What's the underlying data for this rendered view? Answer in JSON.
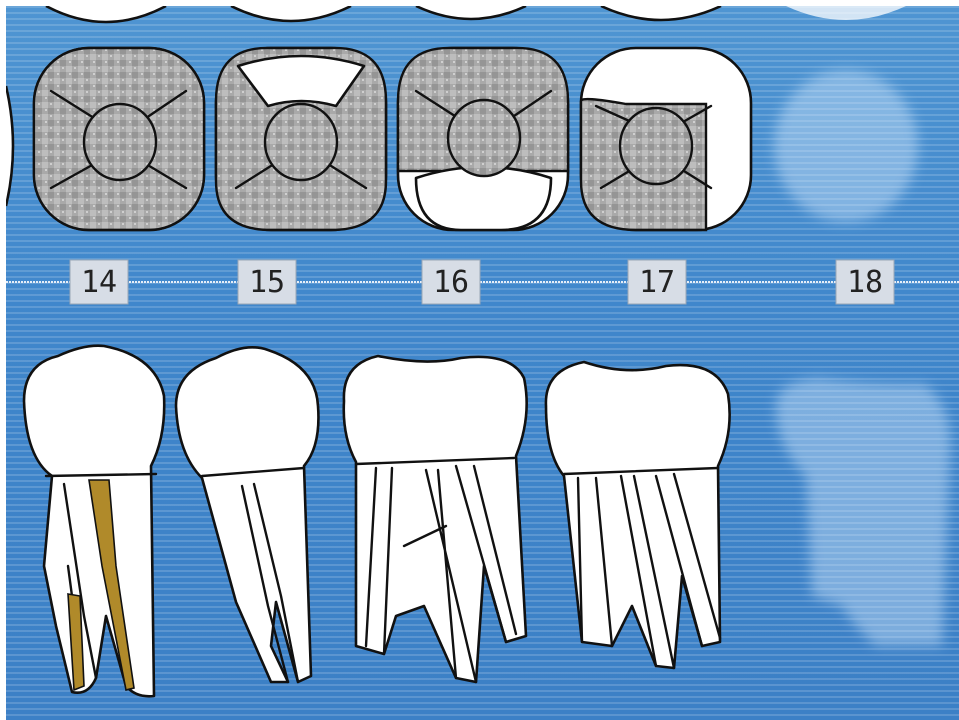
{
  "tooth_chart": {
    "teeth": [
      {
        "number": "14"
      },
      {
        "number": "15"
      },
      {
        "number": "16"
      },
      {
        "number": "17"
      },
      {
        "number": "18"
      }
    ]
  },
  "colors": {
    "background_blue": "#3f86cb",
    "amalgam_silver": "#a9a9a9",
    "root_canal_fill": "#b08a2a",
    "tooth_white": "#ffffff",
    "outline": "#111111"
  }
}
